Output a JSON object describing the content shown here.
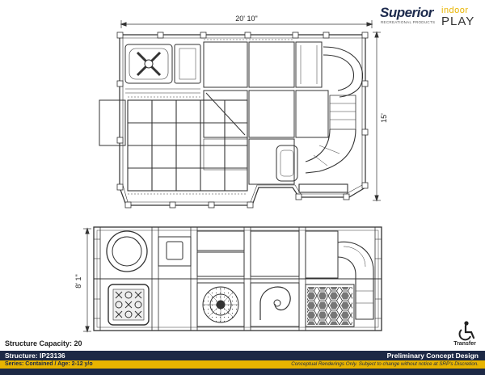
{
  "logo": {
    "brand": "Superior",
    "brand_sub": "RECREATIONAL PRODUCTS",
    "indoor": "indoor",
    "play": "PLAY"
  },
  "dimensions": {
    "width": "20' 10\"",
    "depth": "15'",
    "height": "8' 1\""
  },
  "capacity": {
    "label": "Structure Capacity: 20"
  },
  "transfer": {
    "label": "Transfer",
    "icon": "wheelchair-icon"
  },
  "footer": {
    "structure": "Structure: IP23136",
    "series": "Series: Contained / Age: 2-12 y/o",
    "design": "Preliminary Concept Design",
    "disclaimer": "Conceptual Renderings Only. Subject to change without notice at SRP's Discretion."
  },
  "colors": {
    "footer_navy": "#1d2945",
    "footer_gold": "#e8b400",
    "line": "#333333"
  }
}
